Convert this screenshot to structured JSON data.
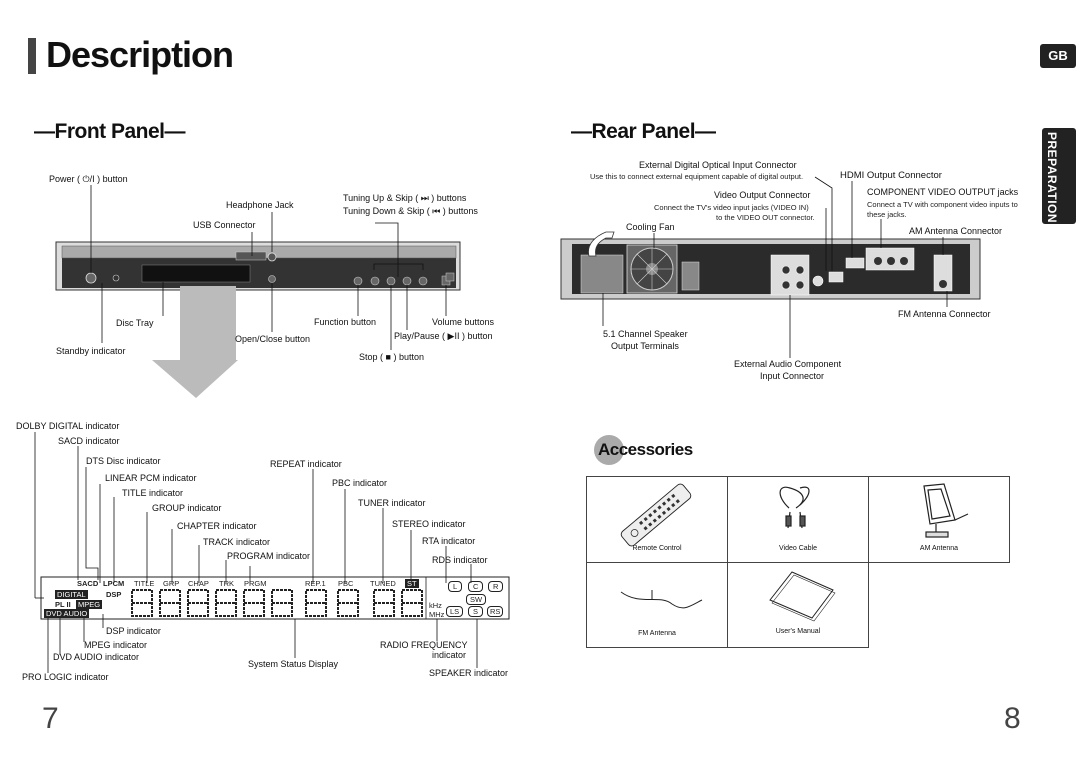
{
  "header": {
    "title": "Description",
    "lang_badge": "GB",
    "side_tab": "PREPARATION"
  },
  "front": {
    "heading": "—Front Panel—",
    "power": "Power ( ⏻/I ) button",
    "headphone": "Headphone Jack",
    "usb": "USB Connector",
    "tuning1": "Tuning Up & Skip ( ⏭ ) buttons",
    "tuning2": "Tuning Down & Skip ( ⏮ ) buttons",
    "disc_tray": "Disc Tray",
    "function": "Function button",
    "volume": "Volume buttons",
    "open_close": "Open/Close button",
    "play_pause": "Play/Pause ( ▶II ) button",
    "standby": "Standby indicator",
    "stop": "Stop ( ■ ) button"
  },
  "display": {
    "dolby": "DOLBY DIGITAL indicator",
    "sacd": "SACD indicator",
    "dts": "DTS Disc indicator",
    "lpcm": "LINEAR PCM indicator",
    "title": "TITLE indicator",
    "group": "GROUP indicator",
    "chapter": "CHAPTER indicator",
    "track": "TRACK indicator",
    "program": "PROGRAM indicator",
    "repeat": "REPEAT indicator",
    "pbc": "PBC indicator",
    "tuner": "TUNER indicator",
    "stereo": "STEREO indicator",
    "rta": "RTA indicator",
    "rds": "RDS indicator",
    "dsp": "DSP indicator",
    "mpeg": "MPEG indicator",
    "dvd_audio": "DVD AUDIO indicator",
    "pro_logic": "PRO LOGIC indicator",
    "system_status": "System Status Display",
    "radio_freq1": "RADIO FREQUENCY",
    "radio_freq2": "indicator",
    "speaker": "SPEAKER indicator",
    "panel_labels": [
      "SACD",
      "LPCM",
      "TITLE",
      "GRP",
      "CHAP",
      "TRK",
      "PRGM",
      "REP.1",
      "PBC",
      "TUNED",
      "ST"
    ],
    "panel_left": [
      "DIGITAL",
      "DSP",
      "PL II",
      "MPEG",
      "DVD AUDIO"
    ],
    "panel_units": [
      "kHz",
      "MHz"
    ],
    "speakers": [
      "L",
      "C",
      "R",
      "SW",
      "LS",
      "S",
      "RS"
    ]
  },
  "rear": {
    "heading": "—Rear Panel—",
    "optical_title": "External Digital Optical Input Connector",
    "optical_desc": "Use this to connect external equipment capable of digital output.",
    "hdmi": "HDMI Output Connector",
    "video_out_title": "Video Output Connector",
    "video_out_desc1": "Connect the TV's video input jacks (VIDEO IN)",
    "video_out_desc2": "to the VIDEO OUT connector.",
    "component_title": "COMPONENT VIDEO OUTPUT jacks",
    "component_desc1": "Connect a TV with component video inputs to",
    "component_desc2": "these jacks.",
    "cooling": "Cooling Fan",
    "am": "AM Antenna Connector",
    "fm": "FM Antenna Connector",
    "speaker1": "5.1 Channel Speaker",
    "speaker2": "Output Terminals",
    "ext_audio1": "External Audio Component",
    "ext_audio2": "Input Connector"
  },
  "accessories": {
    "heading": "Accessories",
    "items": [
      "Remote Control",
      "Video Cable",
      "AM Antenna",
      "FM Antenna",
      "User's Manual"
    ]
  },
  "pages": {
    "left": "7",
    "right": "8"
  }
}
